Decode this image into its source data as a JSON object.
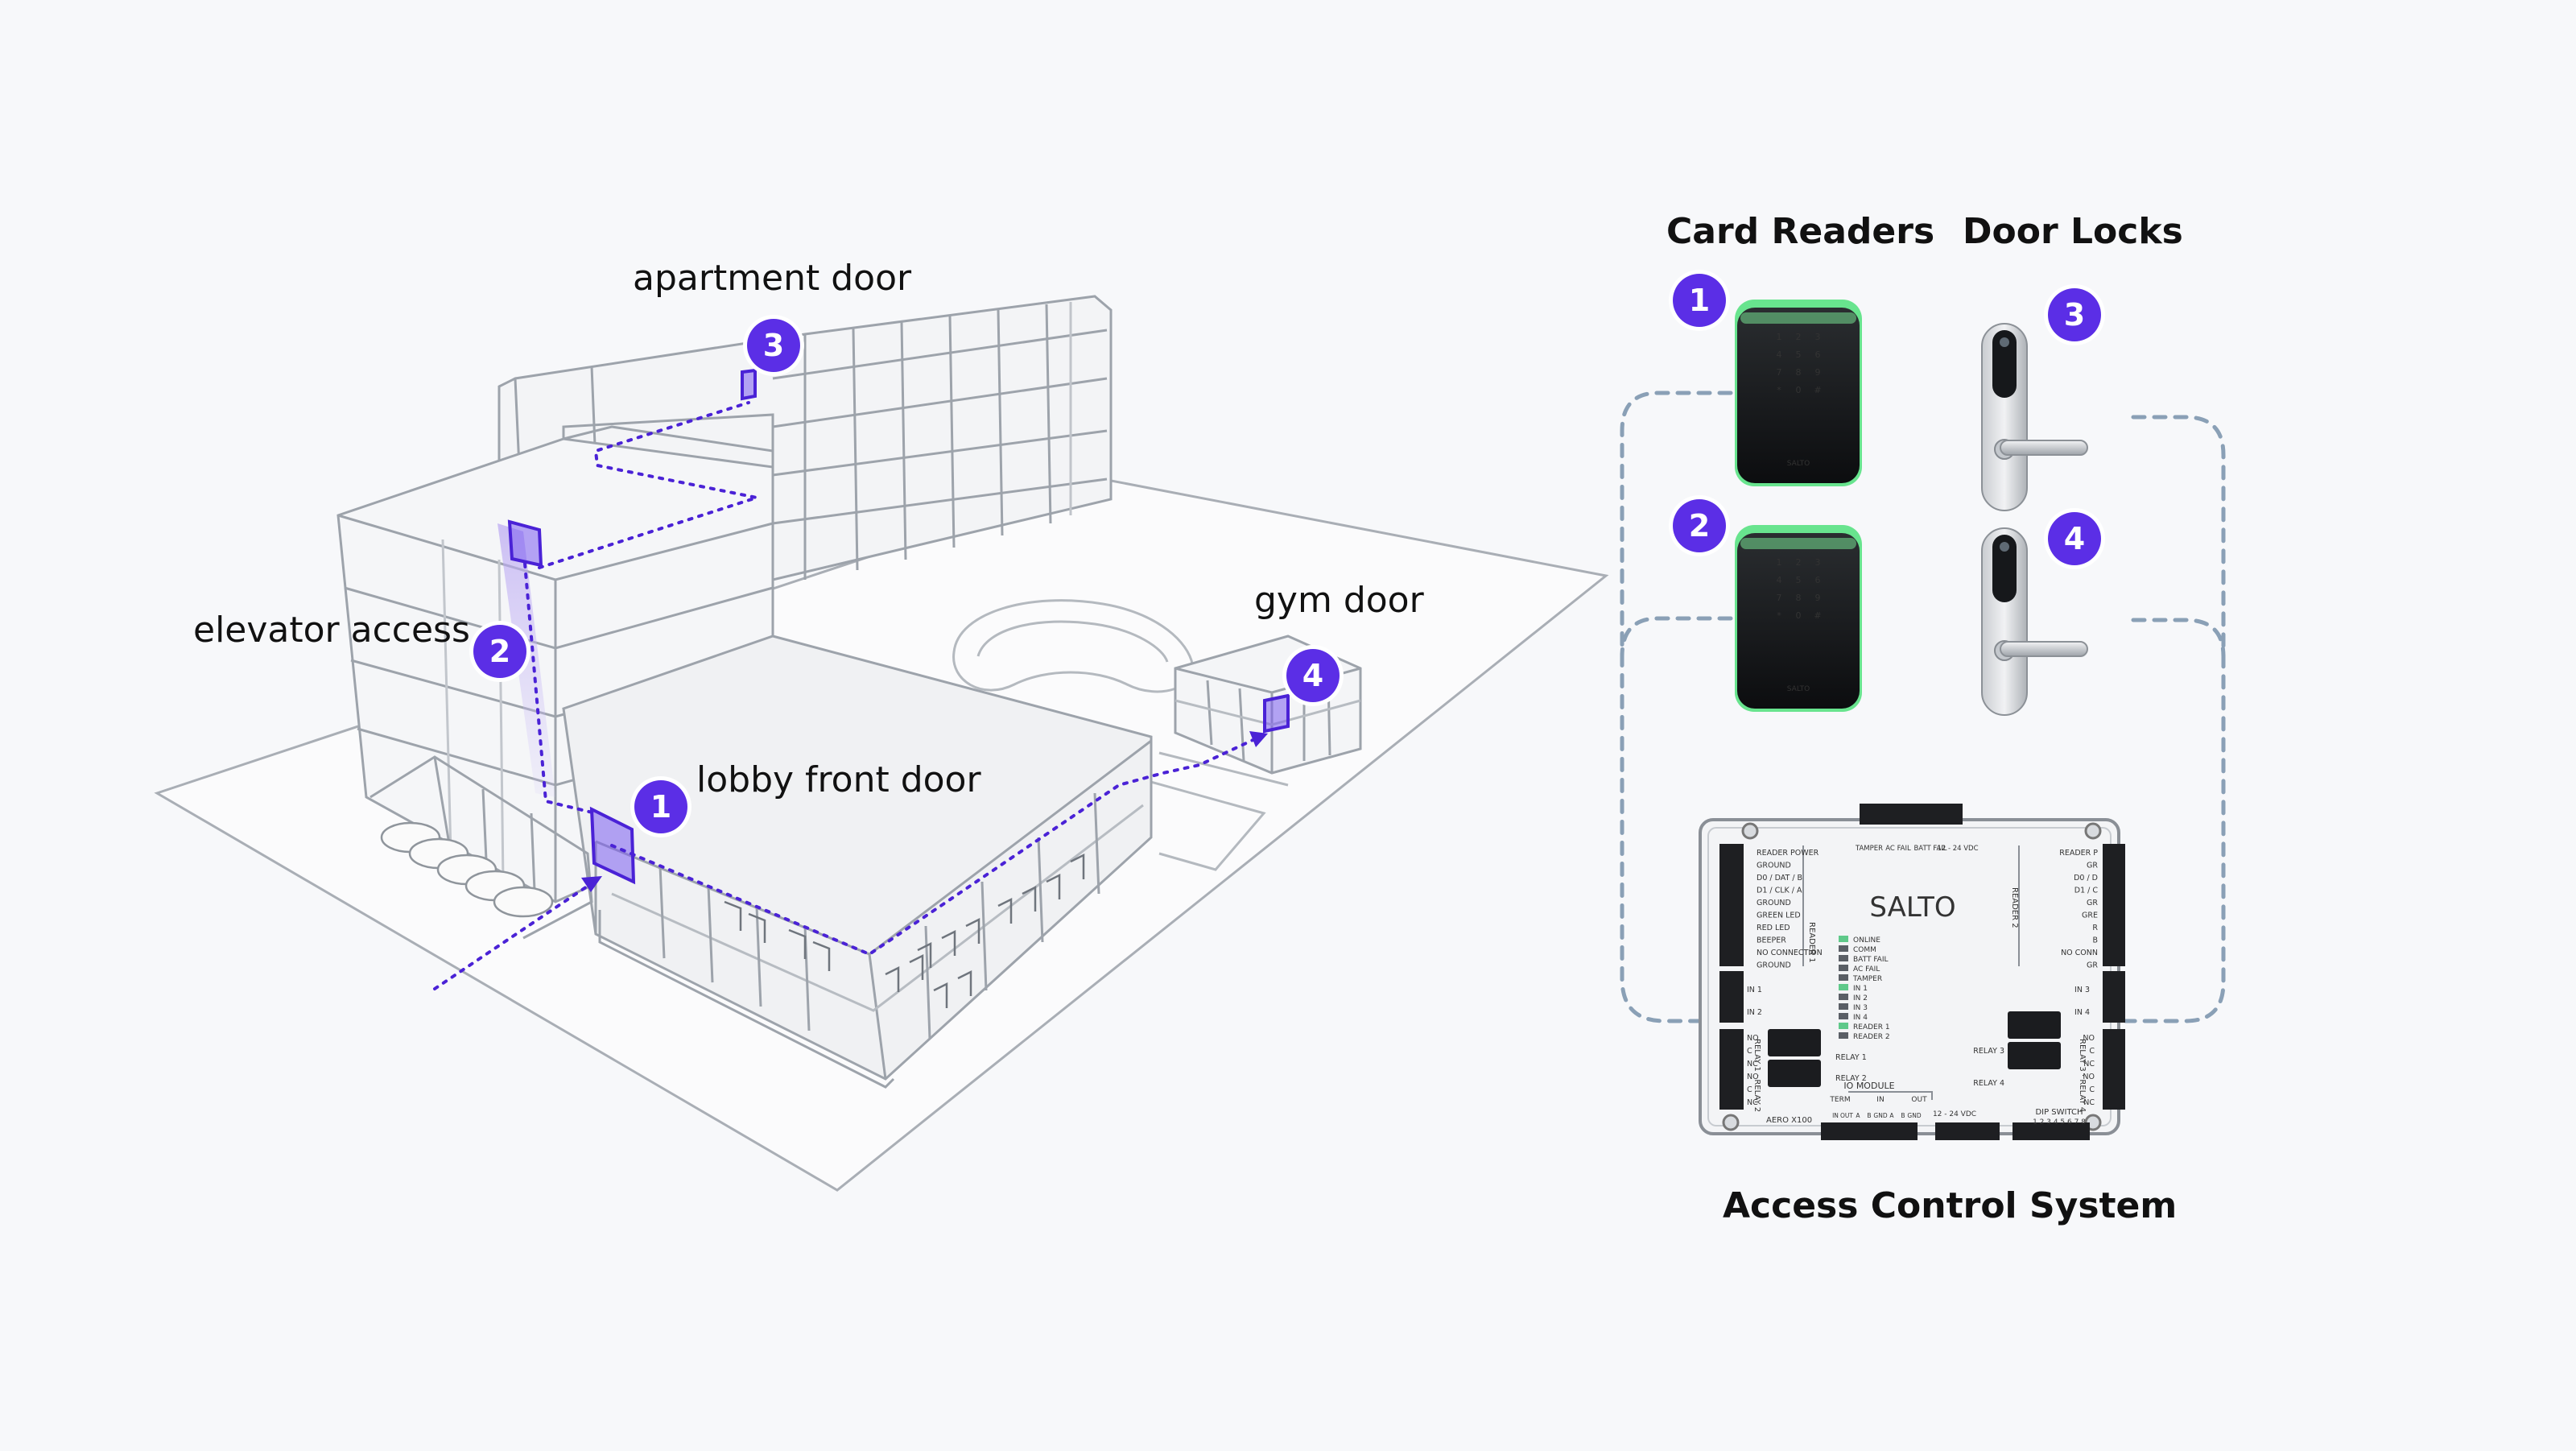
{
  "labels": {
    "apartment": "apartment door",
    "elevator": "elevator access",
    "lobby": "lobby front door",
    "gym": "gym door"
  },
  "headings": {
    "card_readers": "Card Readers",
    "door_locks": "Door Locks",
    "acs": "Access Control System"
  },
  "badges": {
    "lobby": "1",
    "elevator": "2",
    "apartment": "3",
    "gym": "4",
    "reader1": "1",
    "reader2": "2",
    "lock3": "3",
    "lock4": "4"
  },
  "reader": {
    "keys": [
      "1",
      "2",
      "3",
      "4",
      "5",
      "6",
      "7",
      "8",
      "9",
      "*",
      "0",
      "#"
    ],
    "brand": "SALTO"
  },
  "controller": {
    "brand": "SALTO",
    "model": "AERO X100",
    "left_pins": [
      "READER POWER",
      "GROUND",
      "D0 / DAT / B",
      "D1 / CLK / A",
      "GROUND",
      "GREEN LED",
      "RED LED",
      "BEEPER",
      "NO CONNECTION",
      "GROUND"
    ],
    "right_pins": [
      "READER P",
      "GR",
      "D0 / D",
      "D1 / C",
      "GR",
      "GRE",
      "R",
      "B",
      "NO CONN",
      "GR"
    ],
    "leds": [
      "ONLINE",
      "COMM",
      "BATT FAIL",
      "AC FAIL",
      "TAMPER",
      "IN 1",
      "IN 2",
      "IN 3",
      "IN 4",
      "READER 1",
      "READER 2"
    ],
    "top_labels": [
      "TAMPER",
      "AC FAIL",
      "BATT FAIL",
      "12 - 24 VDC"
    ],
    "reader1_vertical": "READER 1",
    "reader2_vertical": "READER 2",
    "in_left": [
      "IN 1",
      "IN 2"
    ],
    "in_right": [
      "IN 3",
      "IN 4"
    ],
    "relay_left": [
      "NO",
      "C",
      "NC",
      "NO",
      "C",
      "NC"
    ],
    "relay_right": [
      "NO",
      "C",
      "NC",
      "NO",
      "C",
      "NC"
    ],
    "relay_labels": [
      "RELAY 1",
      "RELAY 2",
      "RELAY 3",
      "RELAY 4"
    ],
    "relay_left_vertical": "RELAY 1 · RELAY 2",
    "relay_right_vertical": "RELAY 3 · RELAY 4",
    "io_module": "IO MODULE",
    "io_labels": [
      "TERM",
      "IN",
      "OUT"
    ],
    "io_small": [
      "IN",
      "OUT",
      "A",
      "B",
      "GND",
      "A",
      "B",
      "GND"
    ],
    "vdc": "12 - 24 VDC",
    "dip_switch": "DIP SWITCH",
    "dip_numbers": "1 2 3 4 5 6 7 8"
  },
  "colors": {
    "accent": "#5b2ee6",
    "dashed_border": "#8aa0b6",
    "reader_glow": "#4fe07a"
  }
}
